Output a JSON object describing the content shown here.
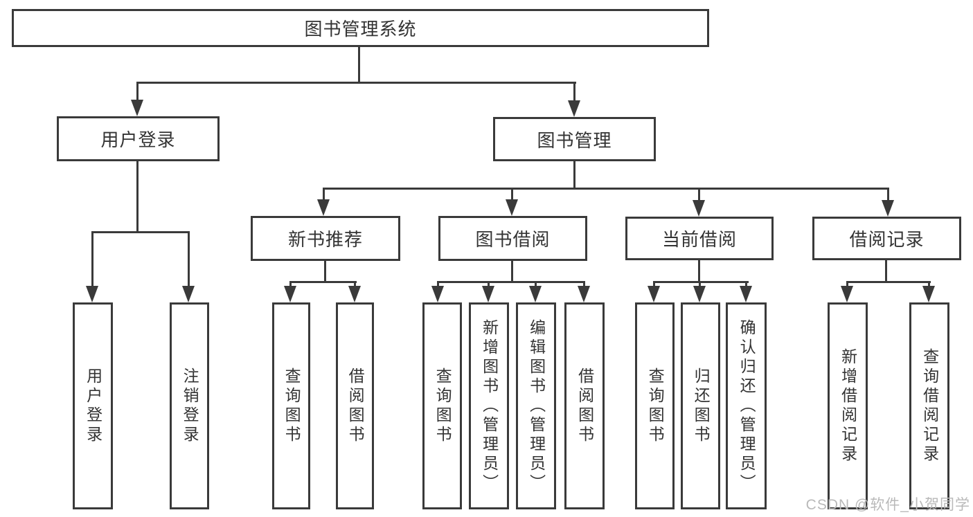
{
  "diagram": {
    "root": {
      "label": "图书管理系统"
    },
    "branches": {
      "user_login": {
        "label": "用户登录",
        "children": [
          {
            "label": "用户登录"
          },
          {
            "label": "注销登录"
          }
        ]
      },
      "book_management": {
        "label": "图书管理",
        "sections": [
          {
            "label": "新书推荐",
            "children": [
              {
                "label": "查询图书"
              },
              {
                "label": "借阅图书"
              }
            ]
          },
          {
            "label": "图书借阅",
            "children": [
              {
                "label": "查询图书"
              },
              {
                "label": "新增图书（管理员）"
              },
              {
                "label": "编辑图书（管理员）"
              },
              {
                "label": "借阅图书"
              }
            ]
          },
          {
            "label": "当前借阅",
            "children": [
              {
                "label": "查询图书"
              },
              {
                "label": "归还图书"
              },
              {
                "label": "确认归还（管理员）"
              }
            ]
          },
          {
            "label": "借阅记录",
            "children": [
              {
                "label": "新增借阅记录"
              },
              {
                "label": "查询借阅记录"
              }
            ]
          }
        ]
      }
    }
  },
  "watermark": {
    "text": "CSDN @软件_小贺同学"
  },
  "colors": {
    "line": "#3a3a3a",
    "node_text": "#333333",
    "node_background": "#ffffff",
    "page_background": "#ffffff",
    "watermark": "#b9b9b9"
  }
}
